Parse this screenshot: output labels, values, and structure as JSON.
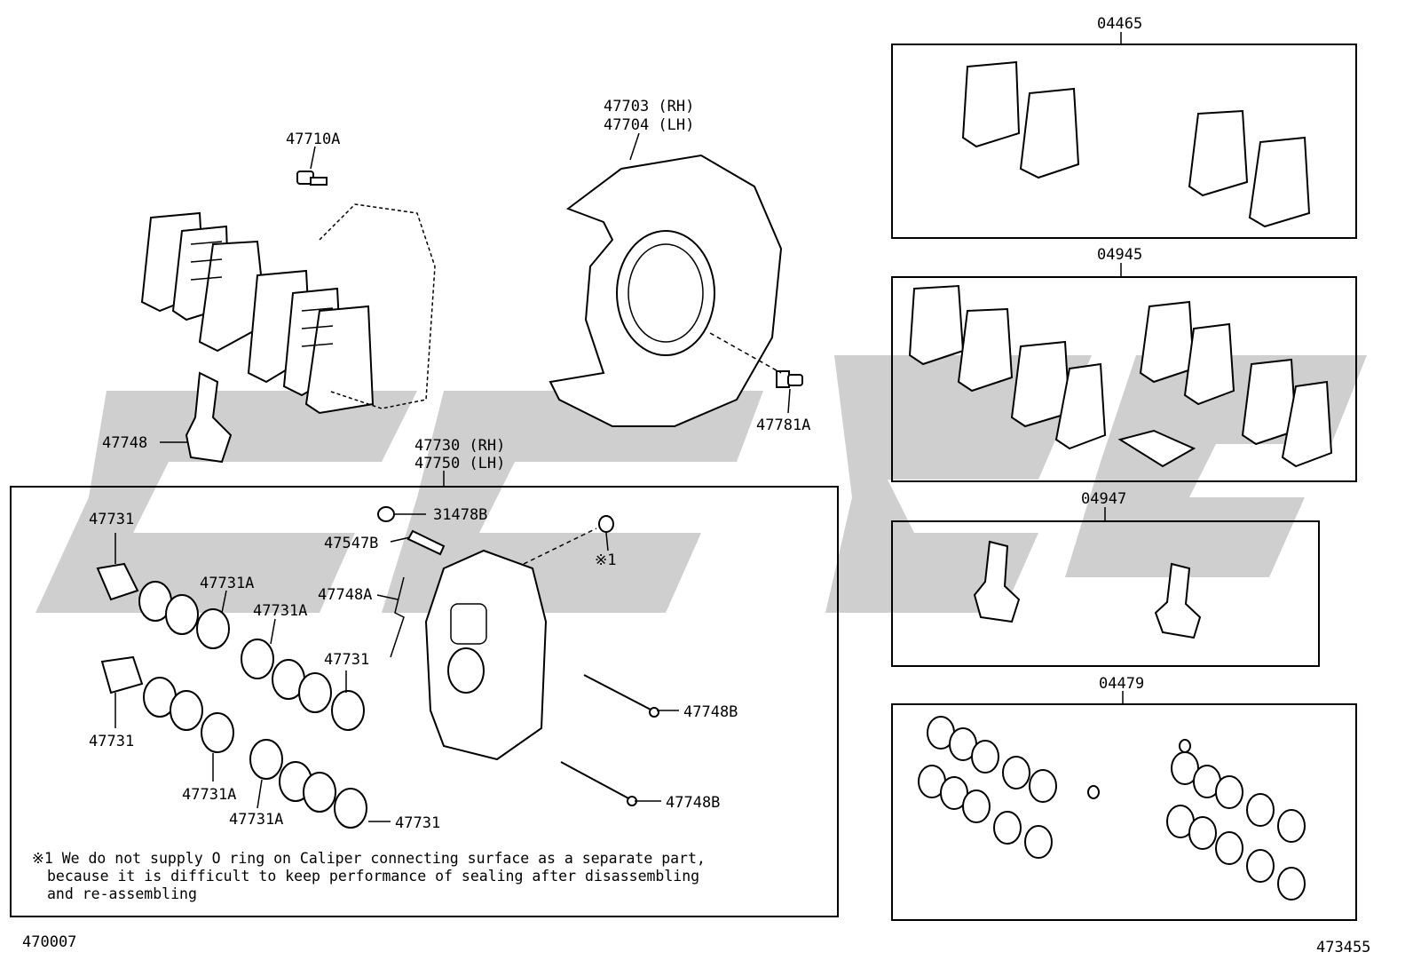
{
  "watermark_color": "#cfcfcf",
  "labels": {
    "p47710A": "47710A",
    "p47703": "47703 (RH)",
    "p47704": "47704 (LH)",
    "p47781A": "47781A",
    "p47748": "47748",
    "p47730": "47730 (RH)",
    "p47750": "47750 (LH)",
    "p47731_a": "47731",
    "p47731_b": "47731",
    "p47731_c": "47731",
    "p47731_d": "47731",
    "p47731A_a": "47731A",
    "p47731A_b": "47731A",
    "p47731A_c": "47731A",
    "p47731A_d": "47731A",
    "p31478B": "31478B",
    "p47547B": "47547B",
    "p47748A": "47748A",
    "p_note1": "※1",
    "p47748B_a": "47748B",
    "p47748B_b": "47748B"
  },
  "kits": {
    "k04465": "04465",
    "k04945": "04945",
    "k04947": "04947",
    "k04479": "04479"
  },
  "note_lines": [
    "※1 We do not supply O ring on Caliper connecting surface as a separate part,",
    "because it is difficult to keep performance of sealing after disassembling",
    "and re-assembling"
  ],
  "footer": {
    "left_code": "470007",
    "right_code": "473455"
  }
}
